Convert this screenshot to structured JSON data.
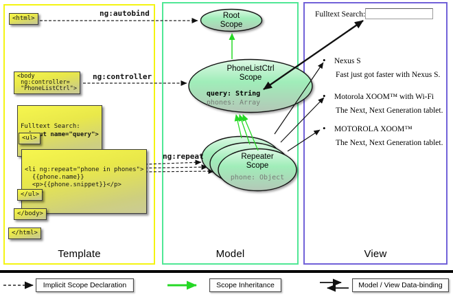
{
  "columns": {
    "template": "Template",
    "model": "Model",
    "view": "View"
  },
  "arrow_labels": {
    "autobind": "ng:autobind",
    "controller": "ng:controller",
    "repeat": "ng:repeat"
  },
  "code": {
    "html_open": "<html>",
    "body_open": "<body\n ng:controller=\n \"PhoneListCtrl\">",
    "fulltext_line1": "Fulltext Search:",
    "fulltext_line2": " <input name=\"query\">",
    "ul_open": "<ul>",
    "li_line1": "<li ng:repeat=\"phone in phones\">",
    "li_line2": "  {{phone.name}}",
    "li_line3": "  <p>{{phone.snippet}}</p>",
    "li_line4": "</li>",
    "ul_close": "</ul>",
    "body_close": "</body>",
    "html_close": "</html>"
  },
  "scopes": {
    "root_title": "Root\nScope",
    "phonelist_title": "PhoneListCtrl\nScope",
    "phonelist_prop1": "query: String",
    "phonelist_prop2": "phones: Array",
    "repeater_title": "Repeater\nScope",
    "repeater_prop": "phone: Object"
  },
  "view": {
    "search_label": "Fulltext Search:",
    "search_value": "",
    "bullet": "•",
    "items": [
      {
        "name": "Nexus S",
        "desc": "Fast just got faster with Nexus S."
      },
      {
        "name": "Motorola XOOM™  with Wi-Fi",
        "desc": "The Next, Next Generation tablet."
      },
      {
        "name": "MOTOROLA XOOM™",
        "desc": "The Next, Next Generation tablet."
      }
    ]
  },
  "legend": {
    "implicit": "Implicit Scope Declaration",
    "inheritance": "Scope Inheritance",
    "binding": "Model / View Data-binding"
  },
  "colors": {
    "template_border": "#f4f411",
    "model_border": "#4fe795",
    "view_border": "#7060d8",
    "inheritance_green": "#25d825"
  }
}
